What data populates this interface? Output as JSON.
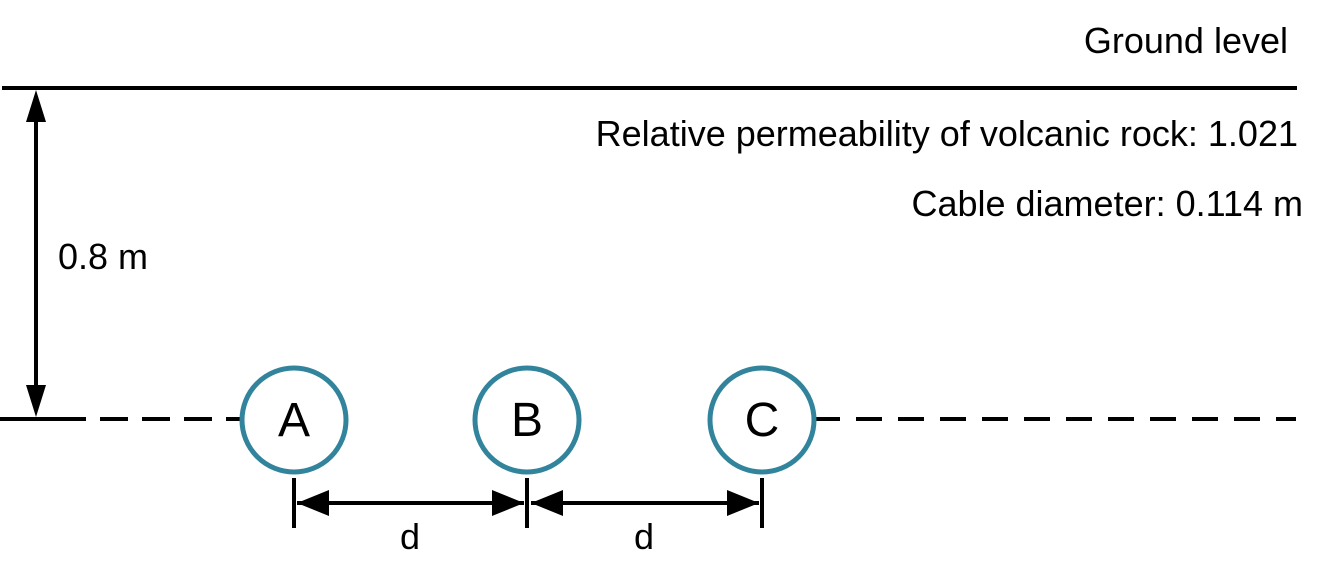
{
  "figure": {
    "ground": {
      "label": "Ground level"
    },
    "notes": [
      {
        "text": "Relative permeability of volcanic rock: 1.021"
      },
      {
        "text": "Cable diameter: 0.114 m"
      }
    ],
    "depth": {
      "label": "0.8 m"
    },
    "cables": [
      {
        "label": "A"
      },
      {
        "label": "B"
      },
      {
        "label": "C"
      }
    ],
    "spacing": [
      {
        "label": "d"
      },
      {
        "label": "d"
      }
    ],
    "colors": {
      "cable_stroke": "#31849B",
      "line": "#000000",
      "text": "#000000",
      "background": "#FFFFFF"
    }
  }
}
